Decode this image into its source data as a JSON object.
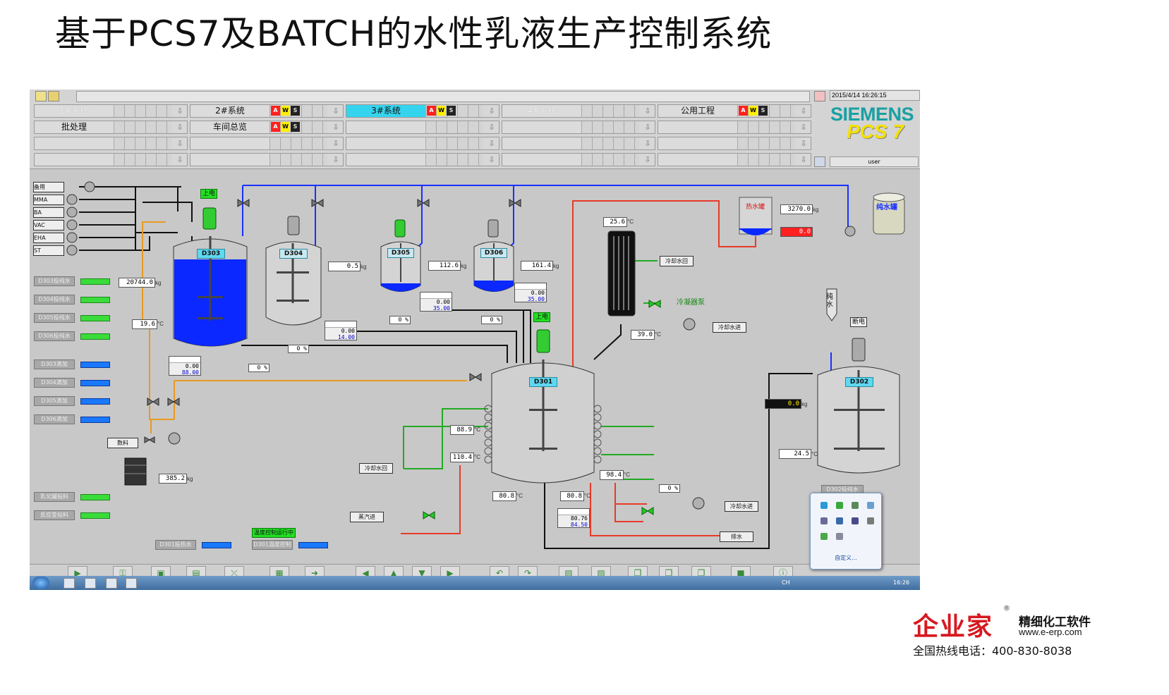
{
  "slide_title": "基于PCS7及BATCH的水性乳液生产控制系统",
  "header": {
    "datetime": "2015/4/14 16:26:15",
    "user": "user",
    "brand": "SIEMENS",
    "product": "PCS 7",
    "ams": [
      "A",
      "W",
      "S"
    ],
    "areas": [
      {
        "label": "1#系统",
        "state": "dim",
        "ams": false
      },
      {
        "label": "2#系统",
        "state": "normal",
        "ams": true
      },
      {
        "label": "3#系统",
        "state": "active",
        "ams": true
      },
      {
        "label": "4#系统",
        "state": "dim",
        "ams": false
      },
      {
        "label": "公用工程",
        "state": "normal",
        "ams": true
      },
      {
        "label": "批处理",
        "state": "normal",
        "ams": false
      },
      {
        "label": "车间总览",
        "state": "normal",
        "ams": true
      }
    ]
  },
  "raw_materials": [
    "备用",
    "MMA",
    "BA",
    "VAC",
    "EHA",
    "ST"
  ],
  "left_panel": {
    "water_feeds": [
      "D303投纯水",
      "D304投纯水",
      "D305投纯水",
      "D306投纯水"
    ],
    "drips": [
      "D303滴加",
      "D304滴加",
      "D305滴加",
      "D306滴加"
    ],
    "emulsion": [
      "乳化罐投料",
      "反应釜投料"
    ],
    "d301_hot": "D301投热水",
    "temp_run": "温度控制运行中",
    "temp_ctrl": "D301温度控制"
  },
  "tanks": {
    "d303": "D303",
    "d304": "D304",
    "d305": "D305",
    "d306": "D306",
    "d301": "D301",
    "d302": "D302",
    "hot_water": "热水罐",
    "pure_water": "纯水罐"
  },
  "values": {
    "d303_weight": "20744.0",
    "d304_weight": "0.5",
    "d305_weight": "112.6",
    "d306_weight": "161.4",
    "hot_water_weight": "3270.0",
    "hot_water_red": "0.0",
    "d302_weight": "0.0",
    "d302_temp": "24.5",
    "condenser_top": "25.6",
    "condenser_bottom": "39.0",
    "d303_temp": "19.6",
    "d301_jacket1": "88.9",
    "d301_jacket2": "110.4",
    "d301_bottom_l": "80.8",
    "d301_bottom_r": "80.8",
    "d301_jacket3": "98.4",
    "drum_weight": "385.2",
    "fp_d303": [
      "0.00",
      "88.00"
    ],
    "fp_d304": [
      "0.00",
      "14.00"
    ],
    "fp_d305": [
      "0.00",
      "35.00"
    ],
    "fp_d306": [
      "0.00",
      "35.00"
    ],
    "fp_d301": [
      "80.76",
      "84.50"
    ],
    "pct_d303": "0",
    "pct_d304": "0",
    "pct_d305": "0",
    "pct_d306": "0",
    "pct_d301": "0",
    "unit_kg": "kg",
    "unit_c": "°C",
    "unit_pct": "%"
  },
  "labels": {
    "power_on": "上电",
    "power_off": "断电",
    "pure_water_v": "纯水",
    "cool_return": "冷却水回",
    "cool_return2": "冷却水回",
    "cool_in": "冷却水进",
    "cool_in2": "冷却水进",
    "condenser_pump": "冷凝器泵",
    "steam_in": "蒸汽进",
    "drain": "排水",
    "feed": "数料",
    "d302_water": "D302投纯水",
    "customize": "自定义..."
  },
  "taskbar": {
    "lang": "CH",
    "time": "16:26"
  },
  "footer": {
    "logo": "企业家",
    "reg": "®",
    "sub1": "精细化工软件",
    "sub2": "www.e-erp.com",
    "hotline": "全国热线电话：400-830-8038"
  },
  "colors": {
    "active_area": "#35d4ee",
    "water_blue": "#0a28ff",
    "pipe_orange": "#e89a20",
    "pipe_green": "#22aa22",
    "pipe_red": "#e83a2a",
    "siemens_teal": "#1aa0a3",
    "pcs7_yellow": "#f4e000",
    "brand_red": "#d71920"
  }
}
